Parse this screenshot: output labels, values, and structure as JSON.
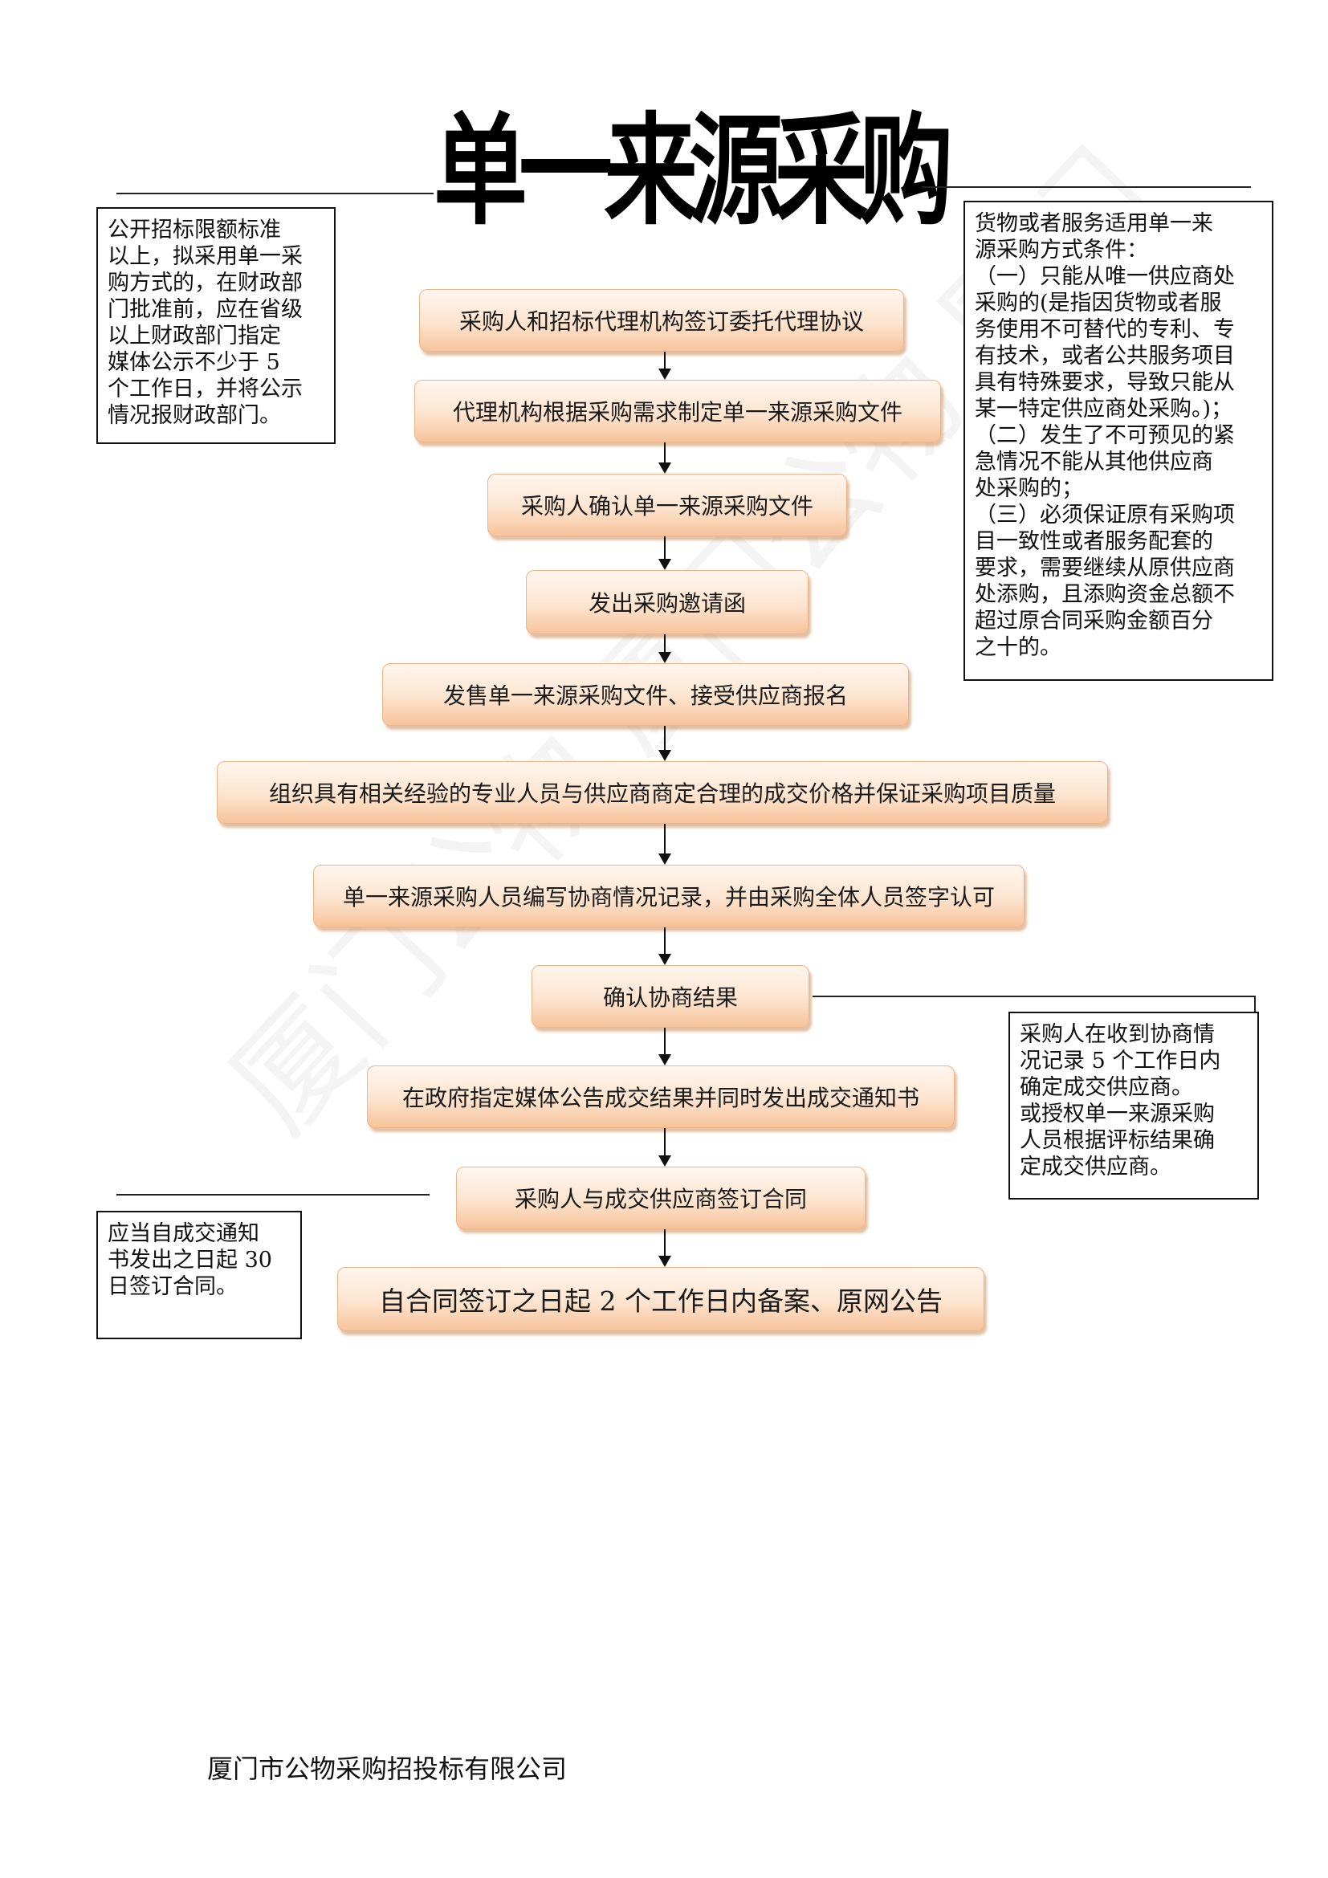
{
  "title": "单一来源采购",
  "notes": {
    "left_top": "公开招标限额标准\n以上，拟采用单一采\n购方式的，在财政部\n门批准前，应在省级\n以上财政部门指定\n媒体公示不少于 5\n个工作日，并将公示\n情况报财政部门。",
    "right_top": "货物或者服务适用单一来\n源采购方式条件：\n（一）只能从唯一供应商处\n采购的(是指因货物或者服\n务使用不可替代的专利、专\n有技术，或者公共服务项目\n具有特殊要求，导致只能从\n某一特定供应商处采购。)；\n（二）发生了不可预见的紧\n急情况不能从其他供应商\n处采购的；\n（三）必须保证原有采购项\n目一致性或者服务配套的\n要求，需要继续从原供应商\n处添购，且添购资金总额不\n超过原合同采购金额百分\n之十的。",
    "right_bottom": "采购人在收到协商情\n况记录 5 个工作日内\n确定成交供应商。\n或授权单一来源采购\n人员根据评标结果确\n定成交供应商。",
    "left_bottom": "应当自成交通知\n书发出之日起 30\n日签订合同。"
  },
  "steps": [
    "采购人和招标代理机构签订委托代理协议",
    "代理机构根据采购需求制定单一来源采购文件",
    "采购人确认单一来源采购文件",
    "发出采购邀请函",
    "发售单一来源采购文件、接受供应商报名",
    "组织具有相关经验的专业人员与供应商商定合理的成交价格并保证采购项目质量",
    "单一来源采购人员编写协商情况记录，并由采购全体人员签字认可",
    "确认协商结果",
    "在政府指定媒体公告成交结果并同时发出成交通知书",
    "采购人与成交供应商签订合同",
    "自合同签订之日起 2 个工作日内备案、原网公告"
  ],
  "watermark": "厦门公物  厦门公物  厦门",
  "footer": "厦门市公物采购招投标有限公司",
  "colors": {
    "step_fill_top": "#fff6ee",
    "step_fill_bottom": "#f7c39a",
    "step_shadow": "#c88c5a",
    "line": "#111111"
  }
}
